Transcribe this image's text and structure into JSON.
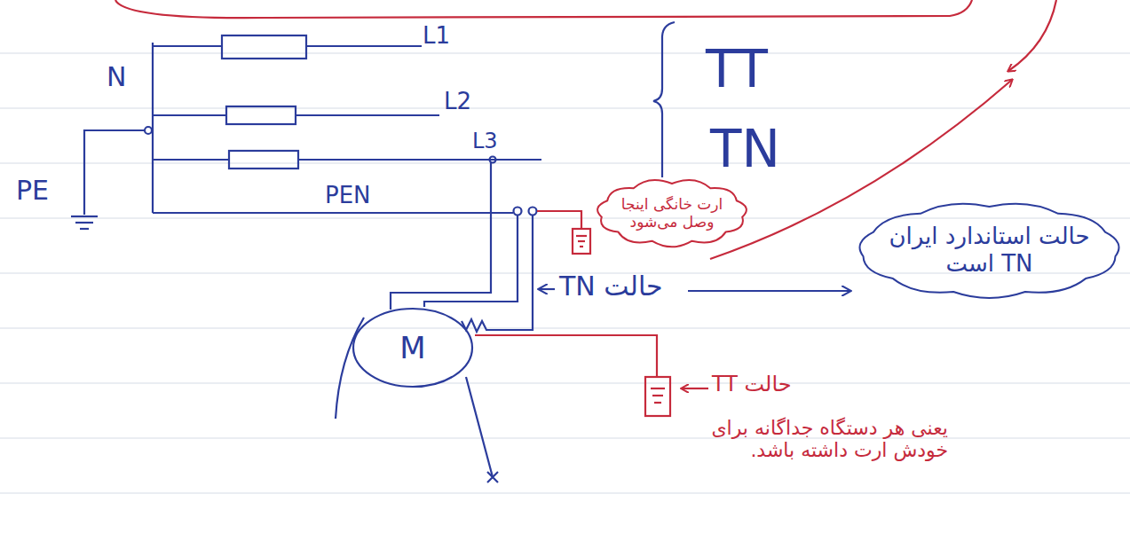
{
  "diagram": {
    "nodes": [
      {
        "text": [
          "ارت خانگی اینجا وصل می‌شود"
        ]
      },
      {
        "text": [
          "حالت استاندارد ایران TN است"
        ]
      },
      {
        "text": [
          "M"
        ]
      }
    ],
    "labels": [
      "L1",
      "L2",
      "L3",
      "N",
      "PE",
      "PEN",
      "TT",
      "TN",
      "حالت TN",
      "حالت TT",
      "یعنی هر دستگاه جداگانه برای خودش ارت داشته باشد."
    ]
  }
}
